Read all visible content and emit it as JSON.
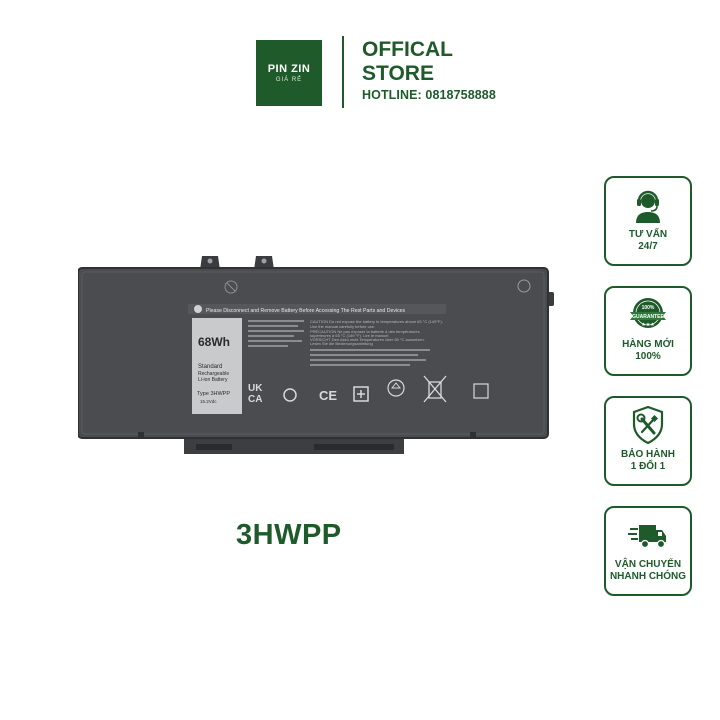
{
  "header": {
    "logo": {
      "brand": "PIN ZIN",
      "tagline": "GIÁ RẺ"
    },
    "store_line1": "OFFICAL",
    "store_line2": "STORE",
    "hotline": "HOTLINE: 0818758888"
  },
  "product": {
    "code": "3HWPP",
    "label": {
      "warning": "Please Disconnect and Remove Battery Before Accessing The Rest Parts and Devices",
      "capacity": "68Wh",
      "type_line1": "Standard",
      "type_line2": "Rechargeable",
      "type_line3": "Li-ion Battery",
      "model": "Type 3HWPP",
      "voltage": "15.2Vdc",
      "ukca_line1": "UK",
      "ukca_line2": "CA",
      "ce": "CE",
      "caution_en": "CAUTION Do not expose the battery to temperatures above 65 °C (149°F).",
      "caution_en2": "Use the manual carefully before use.",
      "caution_fr": "PRÉCAUTION Ne pas exposer la batterie à des températures",
      "caution_fr2": "supérieures à 65 °C (149 °F). Lire le manuel",
      "caution_de": "VORSICHT Den Akku nicht Temperaturen über 65 °C aussetzen.",
      "caution_de2": "Lesen Sie die Bedienungsanleitung"
    },
    "colors": {
      "battery_body": "#4a4c4f",
      "battery_edge": "#2f3133",
      "label": "#c9cacc"
    }
  },
  "features": [
    {
      "icon": "customer-support-icon",
      "line1": "TƯ VẤN",
      "line2": "24/7"
    },
    {
      "icon": "guarantee-badge-icon",
      "line1": "HÀNG MỚI",
      "line2": "100%",
      "badge_top": "100%",
      "badge_band": "GUARANTEE"
    },
    {
      "icon": "shield-tools-icon",
      "line1": "BẢO HÀNH",
      "line2": "1 ĐỔI 1"
    },
    {
      "icon": "delivery-truck-icon",
      "line1": "VẬN CHUYỂN",
      "line2": "NHANH CHÓNG"
    }
  ],
  "brand_color": "#1f5a2a"
}
